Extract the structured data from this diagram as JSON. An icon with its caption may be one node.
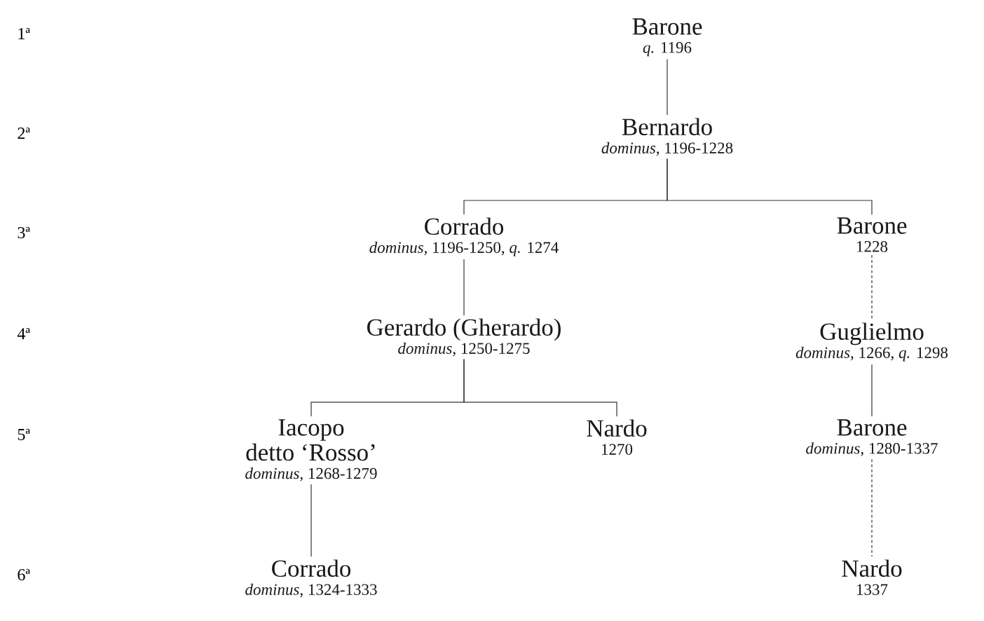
{
  "diagram": {
    "nodes": [
      {
        "text": [
          "Barone",
          "*q.* 1196"
        ]
      },
      {
        "text": [
          "Bernardo",
          "*dominus*, 1196-1228"
        ]
      },
      {
        "text": [
          "Corrado",
          "*dominus*, 1196-1250, *q.* 1274"
        ]
      },
      {
        "text": [
          "Barone",
          "1228"
        ]
      },
      {
        "text": [
          "Gerardo (Gherardo)",
          "*dominus*, 1250-1275"
        ]
      },
      {
        "text": [
          "Iacopo",
          "detto ‘Rosso’",
          "*dominus*, 1268-1279"
        ]
      },
      {
        "text": [
          "Nardo",
          "1270"
        ]
      },
      {
        "text": [
          "Guglielmo",
          "*dominus*, 1266, *q.* 1298"
        ]
      },
      {
        "text": [
          "Barone",
          "*dominus*, 1280-1337"
        ]
      },
      {
        "text": [
          "Corrado",
          "*dominus*, 1324-1333"
        ]
      },
      {
        "text": [
          "Nardo",
          "1337"
        ]
      }
    ],
    "edges": [
      {
        "from": 0,
        "to": 1,
        "arrow": "none"
      },
      {
        "from": 1,
        "to": 2,
        "arrow": "none"
      },
      {
        "from": 1,
        "to": 3,
        "arrow": "none"
      },
      {
        "from": 2,
        "to": 4,
        "arrow": "none"
      },
      {
        "from": 3,
        "to": 7,
        "arrow": "none",
        "style": "dashed"
      },
      {
        "from": 4,
        "to": 5,
        "arrow": "none"
      },
      {
        "from": 4,
        "to": 6,
        "arrow": "none"
      },
      {
        "from": 7,
        "to": 8,
        "arrow": "none"
      },
      {
        "from": 5,
        "to": 9,
        "arrow": "none"
      },
      {
        "from": 8,
        "to": 10,
        "arrow": "none",
        "style": "dashed"
      }
    ],
    "labels": [
      "1ª",
      "2ª",
      "3ª",
      "4ª",
      "5ª",
      "6ª"
    ]
  }
}
